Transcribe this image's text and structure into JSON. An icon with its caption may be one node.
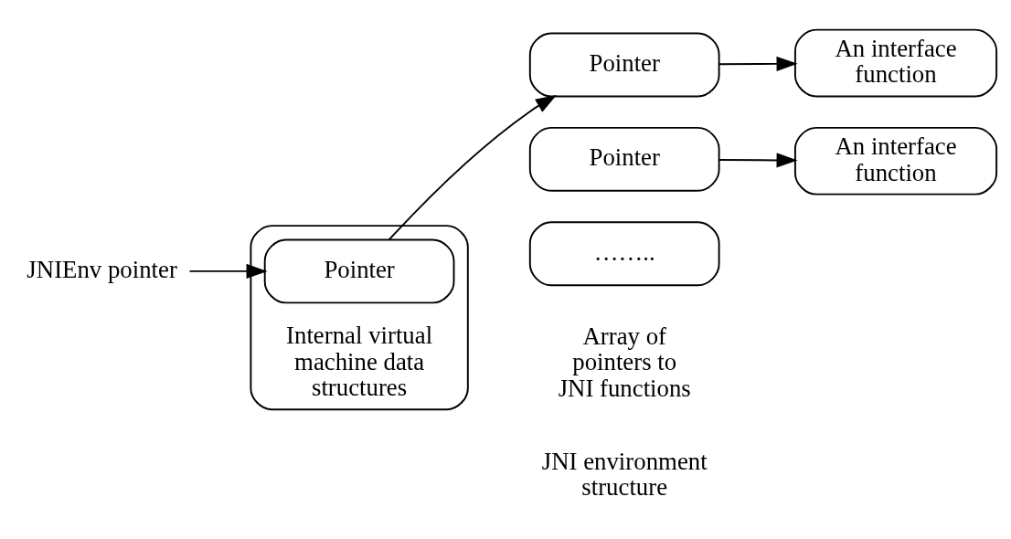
{
  "diagram": {
    "nodes": [
      {
        "text": [
          "JNIEnv pointer"
        ]
      },
      {
        "text": [
          "Internal virtual machine data structures"
        ]
      },
      {
        "text": [
          "Pointer"
        ],
        "in": 1
      },
      {
        "text": [
          "Pointer"
        ]
      },
      {
        "text": [
          "Pointer"
        ]
      },
      {
        "text": [
          "…….."
        ]
      },
      {
        "text": [
          "An interface function"
        ]
      },
      {
        "text": [
          "An interface function"
        ]
      }
    ],
    "edges": [
      {
        "from": 0,
        "to": 2,
        "arrow": "to"
      },
      {
        "from": 2,
        "to": 3,
        "arrow": "to"
      },
      {
        "from": 3,
        "to": 6,
        "arrow": "to"
      },
      {
        "from": 4,
        "to": 7,
        "arrow": "to"
      }
    ],
    "labels": [
      "JNI environment structure",
      "Array of pointers to JNI functions"
    ]
  }
}
